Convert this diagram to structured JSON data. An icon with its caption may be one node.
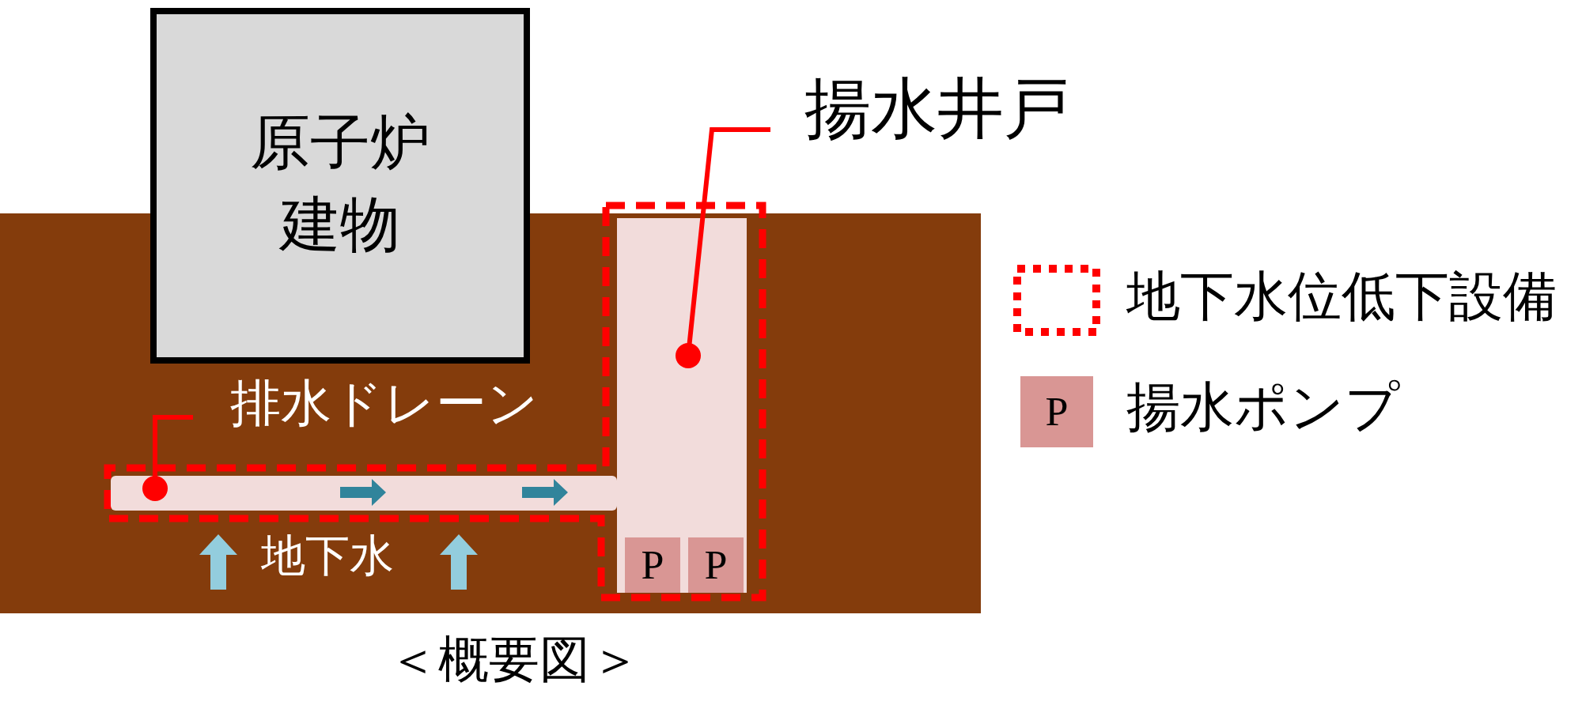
{
  "diagram": {
    "caption": "＜概要図＞",
    "nodes": [
      {
        "text": [
          "原子炉建物"
        ]
      },
      {
        "text": [
          "揚水井戸"
        ]
      },
      {
        "text": [],
        "shape": "box"
      },
      {
        "text": [
          "排水ドレーン"
        ]
      },
      {
        "text": [],
        "shape": "bar"
      },
      {
        "text": [
          "P"
        ],
        "in": 2
      },
      {
        "text": [
          "P"
        ],
        "in": 2
      }
    ],
    "edges": [
      {
        "from": 1,
        "to": 2,
        "arrow": "other",
        "color": "#ff0000"
      },
      {
        "from": 3,
        "to": 4,
        "arrow": "other",
        "color": "#ff0000"
      }
    ],
    "labels": [
      "地下水",
      "P"
    ],
    "legend": [
      {
        "text": "地下水位低下設備"
      },
      {
        "text": "揚水ポンプ",
        "color": "#d99694"
      }
    ]
  }
}
